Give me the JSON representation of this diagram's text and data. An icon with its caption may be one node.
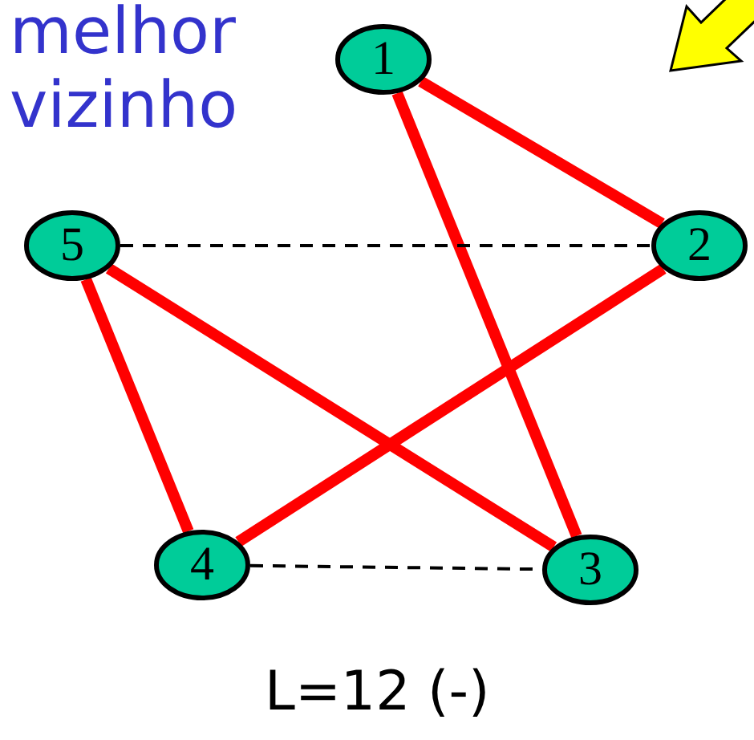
{
  "diagram": {
    "nodes": [
      {
        "text": [
          "1"
        ]
      },
      {
        "text": [
          "2"
        ]
      },
      {
        "text": [
          "3"
        ]
      },
      {
        "text": [
          "4"
        ]
      },
      {
        "text": [
          "5"
        ]
      }
    ],
    "edges": [
      {
        "from": 0,
        "to": 1,
        "arrow": "none"
      },
      {
        "from": 0,
        "to": 2,
        "arrow": "none"
      },
      {
        "from": 4,
        "to": 1,
        "arrow": "none",
        "style": "dashed",
        "color": "#000000"
      },
      {
        "from": 4,
        "to": 3,
        "arrow": "none"
      },
      {
        "from": 4,
        "to": 2,
        "arrow": "none"
      },
      {
        "from": 1,
        "to": 3,
        "arrow": "none"
      },
      {
        "from": 3,
        "to": 2,
        "arrow": "none",
        "style": "dashed",
        "color": "#000000"
      }
    ],
    "labels": [
      "melhor",
      "vizinho",
      "L=12 (-)"
    ]
  }
}
